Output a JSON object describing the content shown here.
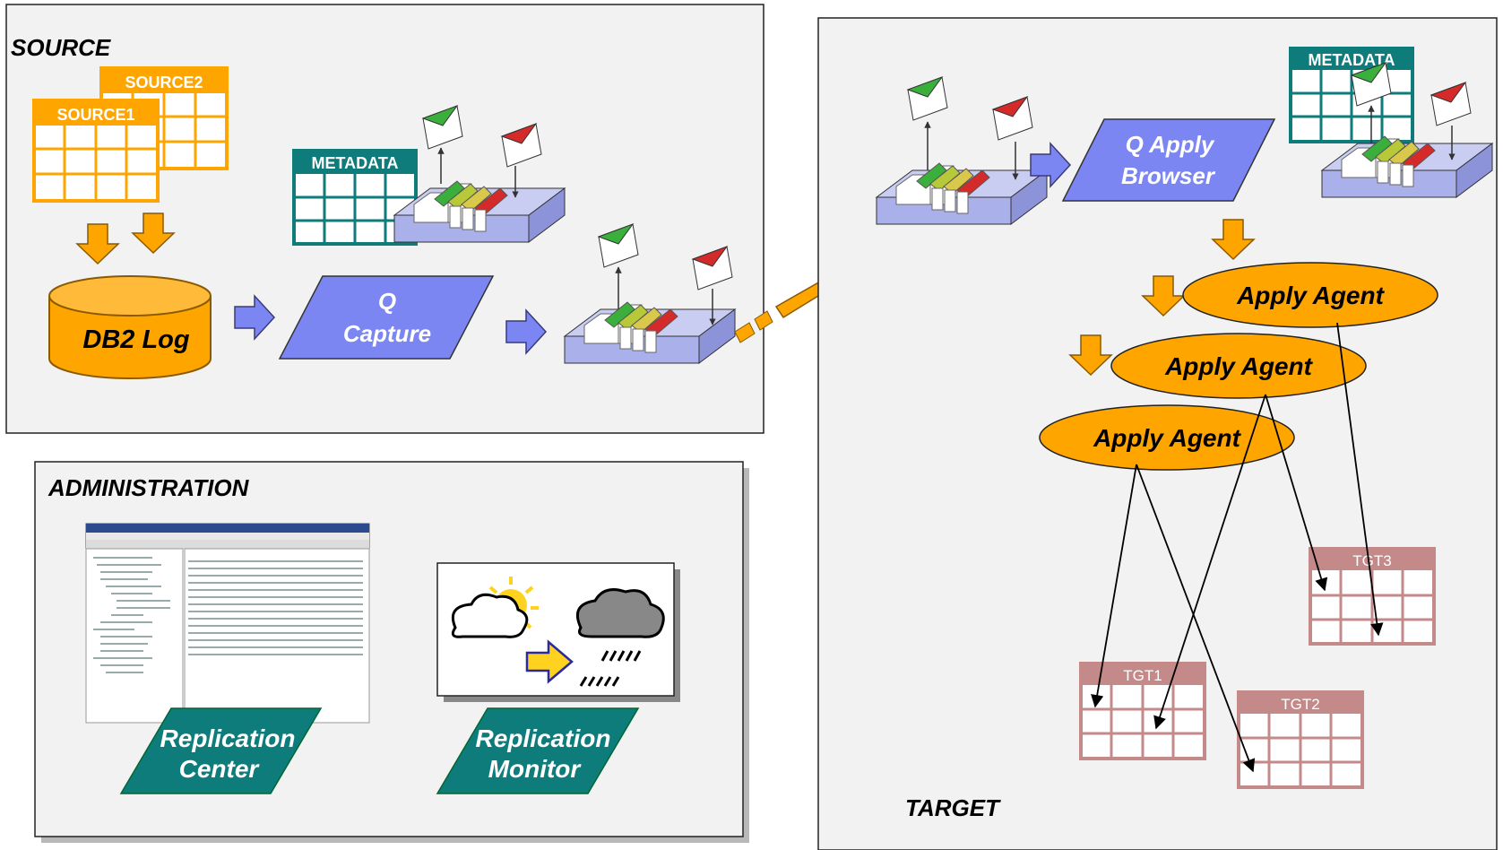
{
  "sections": {
    "source": "SOURCE",
    "administration": "ADMINISTRATION",
    "target": "TARGET"
  },
  "source": {
    "table1": "SOURCE1",
    "table2": "SOURCE2",
    "metadata": "METADATA",
    "log": "DB2 Log",
    "capture_line1": "Q",
    "capture_line2": "Capture"
  },
  "target": {
    "apply_browser_line1": "Q Apply",
    "apply_browser_line2": "Browser",
    "metadata": "METADATA",
    "agents": [
      "Apply Agent",
      "Apply Agent",
      "Apply Agent"
    ],
    "tables": [
      "TGT1",
      "TGT2",
      "TGT3"
    ]
  },
  "administration": {
    "center_line1": "Replication",
    "center_line2": "Center",
    "monitor_line1": "Replication",
    "monitor_line2": "Monitor"
  },
  "colors": {
    "orange": "#FFA500",
    "periwinkle": "#7B86F2",
    "teal": "#0E7C7B",
    "rose": "#C48A8A",
    "envelope_green": "#3BAF3B",
    "envelope_red": "#D42A2A"
  }
}
